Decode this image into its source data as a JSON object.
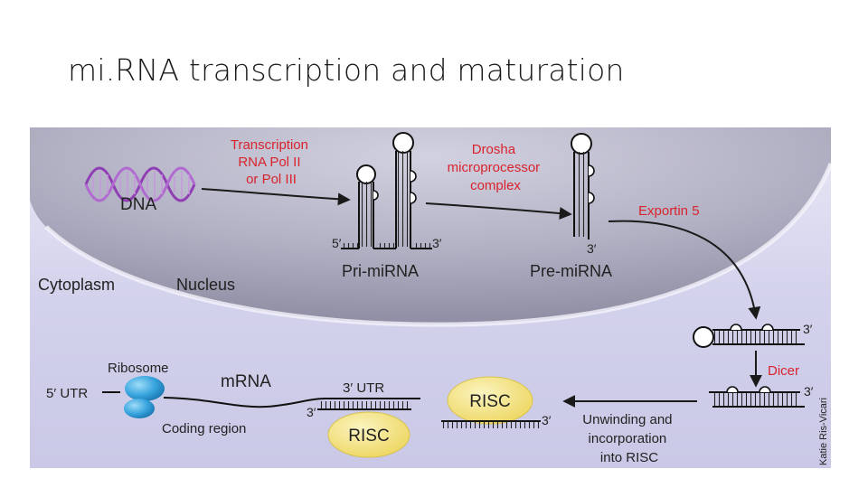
{
  "slide": {
    "title": "mi.RNA transcription and maturation"
  },
  "diagram": {
    "nucleus_label": "Nucleus",
    "cytoplasm_label": "Cytoplasm",
    "dna_label": "DNA",
    "transcription_label": [
      "Transcription",
      "RNA Pol II",
      "or Pol III"
    ],
    "pri_mirna_label": "Pri-miRNA",
    "drosha_label": [
      "Drosha",
      "microprocessor",
      "complex"
    ],
    "pre_mirna_label": "Pre-miRNA",
    "exportin_label": "Exportin 5",
    "dicer_label": "Dicer",
    "unwinding_label": [
      "Unwinding and",
      "incorporation",
      "into RISC"
    ],
    "risc_label": "RISC",
    "ribosome_label": "Ribosome",
    "mrna_label": "mRNA",
    "five_utr_label": "5′ UTR",
    "three_utr_label": "3′ UTR",
    "coding_region_label": "Coding region",
    "five_prime": "5′",
    "three_prime": "3′",
    "credit": "Katie Ris-Vicari",
    "colors": {
      "label_red": "#d9232d",
      "nucleus": "#a7a6b9",
      "cytoplasm": "#d3d2ec",
      "dna_purple": "#8f3fb3",
      "ribosome_blue": "#38a4dd",
      "risc_yellow": "#f3e27a"
    }
  }
}
